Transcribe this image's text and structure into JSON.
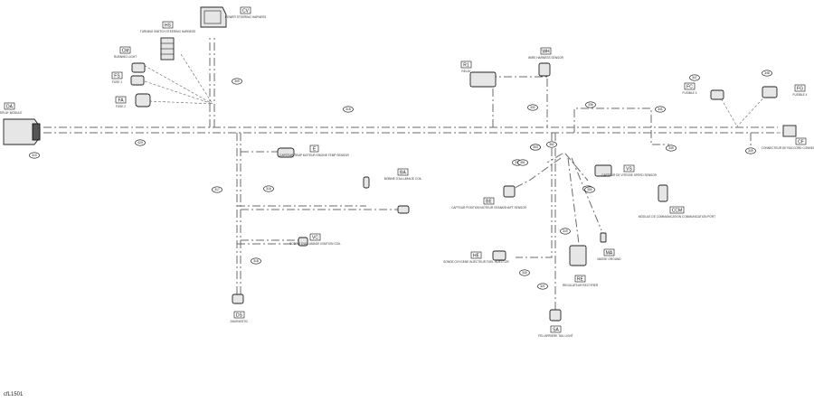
{
  "reference": "cfL1501",
  "wires": [
    {
      "id": "W410",
      "label": "410"
    },
    {
      "id": "W420",
      "label": "420"
    },
    {
      "id": "W309",
      "label": "309"
    },
    {
      "id": "W315",
      "label": "315"
    },
    {
      "id": "W316",
      "label": "316"
    },
    {
      "id": "W317",
      "label": "317"
    },
    {
      "id": "W318",
      "label": "318"
    },
    {
      "id": "W319",
      "label": "319"
    },
    {
      "id": "W321",
      "label": "321"
    },
    {
      "id": "W332",
      "label": "332"
    },
    {
      "id": "W333",
      "label": "333"
    },
    {
      "id": "W335",
      "label": "335"
    },
    {
      "id": "W336",
      "label": "336"
    },
    {
      "id": "W337",
      "label": "337"
    },
    {
      "id": "W339",
      "label": "339"
    },
    {
      "id": "W340",
      "label": "340"
    },
    {
      "id": "W341",
      "label": "341"
    },
    {
      "id": "W347",
      "label": "347"
    },
    {
      "id": "W348",
      "label": "348"
    },
    {
      "id": "W349",
      "label": "349"
    },
    {
      "id": "W350",
      "label": "350"
    },
    {
      "id": "W351",
      "label": "351"
    },
    {
      "id": "W352",
      "label": "352"
    },
    {
      "id": "W353",
      "label": "353"
    }
  ],
  "connectors": [
    {
      "tag": "DA",
      "desc": "DISPLAY MODULE"
    },
    {
      "tag": "HS",
      "desc": "TURNING SWITCH STEERING HARNESS"
    },
    {
      "tag": "CV",
      "desc": "POWER STEERING HARNESS"
    },
    {
      "tag": "CM",
      "desc": "RUNNING LIGHT"
    },
    {
      "tag": "FS",
      "desc": "FUSE 1"
    },
    {
      "tag": "FA",
      "desc": "FUSE 2"
    },
    {
      "tag": "E",
      "desc": "CAPTEUR TEMP MOTEUR ENGINE TEMP SENSOR"
    },
    {
      "tag": "BA",
      "desc": "BOBINE D'ALLUMAGE COIL"
    },
    {
      "tag": "VC",
      "desc": "BOBINE D'ALLUMAGE IGNITION COIL"
    },
    {
      "tag": "DS",
      "desc": "DIAGNOSTIC"
    },
    {
      "tag": "R1",
      "desc": "RELAY"
    },
    {
      "tag": "WH",
      "desc": "WIRE HARNESS SENSOR"
    },
    {
      "tag": "FC",
      "desc": "FUSIBLE 3"
    },
    {
      "tag": "FG",
      "desc": "FUSIBLE 4"
    },
    {
      "tag": "CF",
      "desc": "CONNECTEUR DE RACCORD CONNECTOR TO HARNESS"
    },
    {
      "tag": "VS",
      "desc": "CAPTEUR DE VITESSE SPEED SENSOR"
    },
    {
      "tag": "CCM",
      "desc": "MODULE DE COMMUNICATION COMMUNICATION PORT"
    },
    {
      "tag": "BE",
      "desc": "CAPTEUR POSITION MOTEUR CRANKSHAFT SENSOR"
    },
    {
      "tag": "HE",
      "desc": "SONDE OXYGENE INJECTEUR FUEL INJECTOR"
    },
    {
      "tag": "RE",
      "desc": "REGULATEUR RECTIFIER"
    },
    {
      "tag": "MA",
      "desc": "MASSE GROUND"
    },
    {
      "tag": "SA",
      "desc": "FEU ARRIERE TAIL LIGHT"
    }
  ]
}
